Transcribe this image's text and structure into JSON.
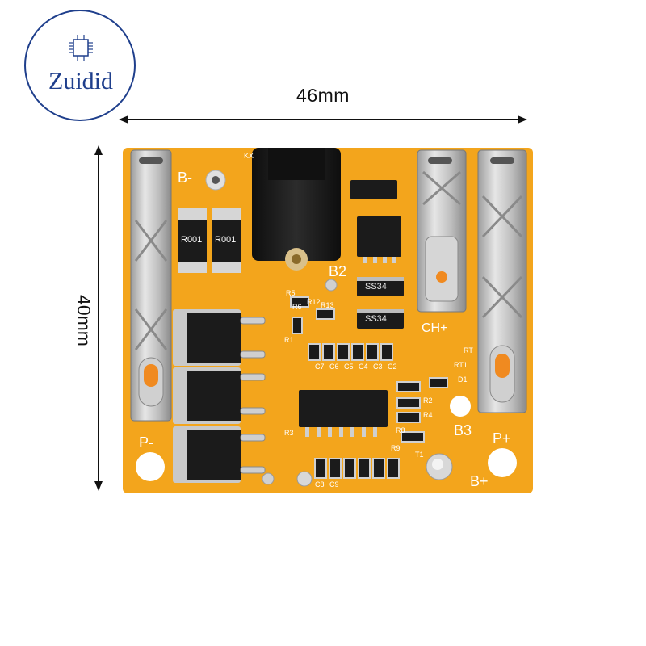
{
  "logo": {
    "brand": "Zuidid",
    "icon": "circuit-chip-icon"
  },
  "dimensions": {
    "width_label": "46mm",
    "height_label": "40mm"
  },
  "board": {
    "pads": {
      "b_minus": "B-",
      "p_minus": "P-",
      "p_plus": "P+",
      "b_plus": "B+",
      "b2": "B2",
      "b3": "B3",
      "ch_plus": "CH+"
    },
    "resistors": {
      "r1": "R001",
      "r2": "R001"
    },
    "diodes": {
      "d1": "SS34",
      "d2": "SS34"
    },
    "refs": [
      "R5",
      "R6",
      "R12",
      "R13",
      "R1",
      "R2",
      "R3",
      "R4",
      "R8",
      "R9",
      "D1",
      "RT",
      "RT1",
      "T1",
      "C2",
      "C3",
      "C4",
      "C5",
      "C6",
      "C7",
      "C8",
      "C9"
    ],
    "misc": {
      "kx": "KX"
    }
  },
  "colors": {
    "pcb": "#f3a51c",
    "logo": "#1f3f8c",
    "metal": "#c8c8c8",
    "chip": "#1b1b1b"
  }
}
